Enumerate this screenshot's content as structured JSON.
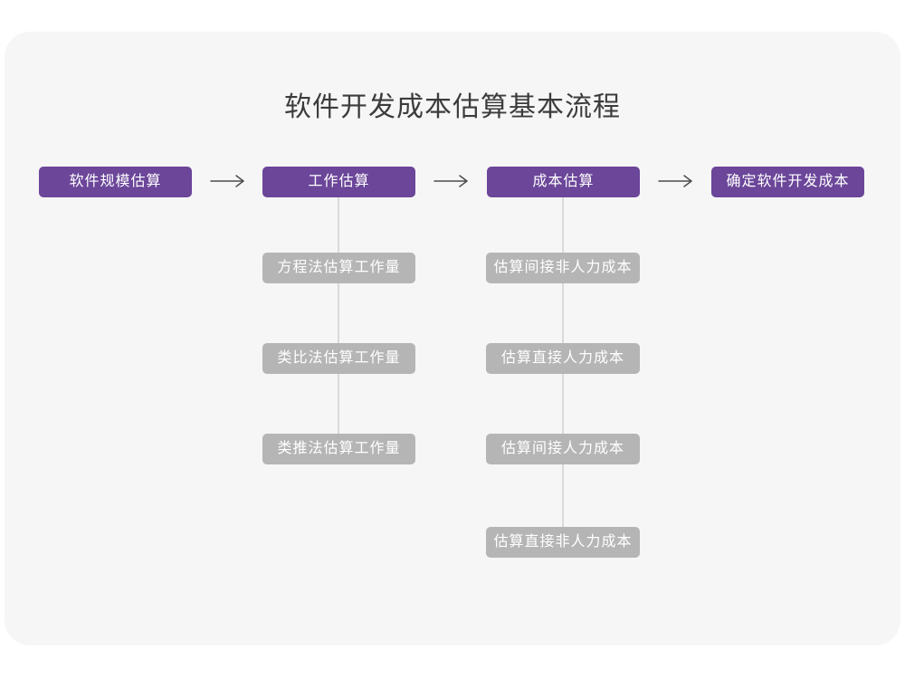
{
  "title": "软件开发成本估算基本流程",
  "main_nodes": [
    {
      "label": "软件规模估算"
    },
    {
      "label": "工作估算"
    },
    {
      "label": "成本估算"
    },
    {
      "label": "确定软件开发成本"
    }
  ],
  "work_children": [
    {
      "label": "方程法估算工作量"
    },
    {
      "label": "类比法估算工作量"
    },
    {
      "label": "类推法估算工作量"
    }
  ],
  "cost_children": [
    {
      "label": "估算间接非人力成本"
    },
    {
      "label": "估算直接人力成本"
    },
    {
      "label": "估算间接人力成本"
    },
    {
      "label": "估算直接非人力成本"
    }
  ],
  "colors": {
    "primary_purple": "#6b4699",
    "child_gray": "#b5b5b5",
    "canvas_bg": "#f6f6f6",
    "page_bg": "#ffffff",
    "connector": "#dadada",
    "arrow": "#4d4d4d",
    "title_text": "#3c3c3c",
    "node_text": "#ffffff"
  }
}
